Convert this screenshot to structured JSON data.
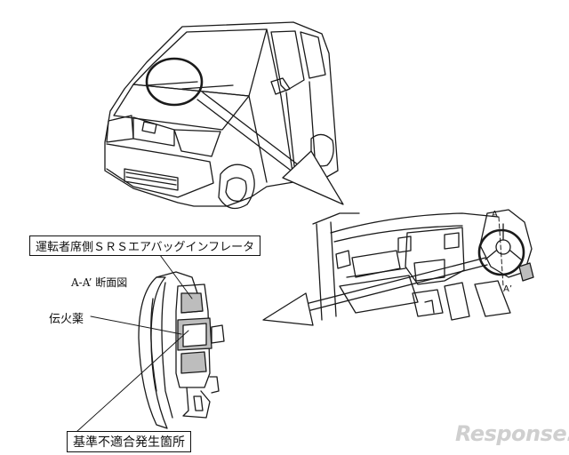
{
  "labels": {
    "airbag": "運転者席側ＳＲＳエアバッグインフレータ",
    "section": "A-A’ 断面図",
    "squib": "伝火薬",
    "defect": "基準不適合発生箇所",
    "mark_a_top": "A",
    "mark_a_bottom": "A’"
  },
  "logo": {
    "text": "Response.",
    "color": "#cfcfcf"
  },
  "colors": {
    "line": "#1a1a1a",
    "fill_gray": "#bdbdbd"
  }
}
